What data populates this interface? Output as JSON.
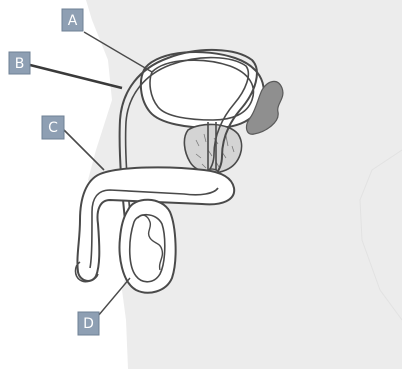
{
  "labels": {
    "A": "A",
    "B": "B",
    "C": "C",
    "D": "D"
  },
  "colors": {
    "background": "#ffffff",
    "body_shade": "#ececec",
    "outline": "#4a4a4a",
    "label_box": "#8e9fb3",
    "label_text": "#ffffff",
    "gland_fill": "#8f8f8f",
    "prostate_fill": "#d4d4d4"
  }
}
